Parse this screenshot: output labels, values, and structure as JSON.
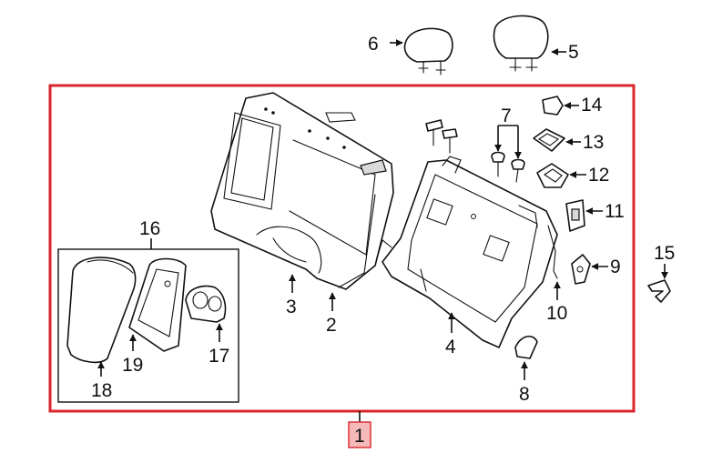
{
  "colors": {
    "frame": "#d9262b",
    "highlight": "#f5b9b9",
    "ink": "#111111"
  },
  "callouts": {
    "c1": "1",
    "c2": "2",
    "c3": "3",
    "c4": "4",
    "c5": "5",
    "c6": "6",
    "c7": "7",
    "c8": "8",
    "c9": "9",
    "c10": "10",
    "c11": "11",
    "c12": "12",
    "c13": "13",
    "c14": "14",
    "c15": "15",
    "c16": "16",
    "c17": "17",
    "c18": "18",
    "c19": "19"
  }
}
